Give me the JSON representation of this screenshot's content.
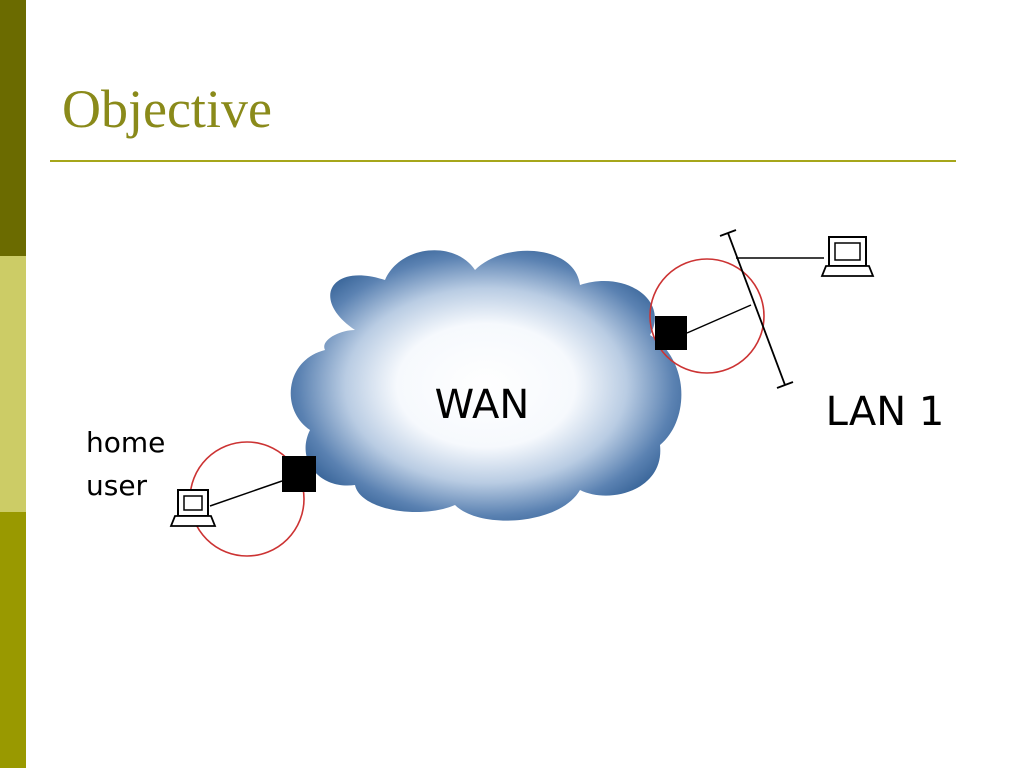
{
  "slide": {
    "title": "Objective"
  },
  "diagram": {
    "cloud_label": "WAN",
    "lan_label": "LAN 1",
    "home_label_line1": "home",
    "home_label_line2": "user",
    "colors": {
      "cloud_edge": "#1f4f86",
      "cloud_center": "#ffffff",
      "highlight_circle": "#cc3333",
      "router": "#000000",
      "title": "#8a8a1a",
      "rule": "#a6a61a"
    },
    "icons": [
      "computer-icon",
      "router-icon",
      "cloud-icon"
    ]
  }
}
